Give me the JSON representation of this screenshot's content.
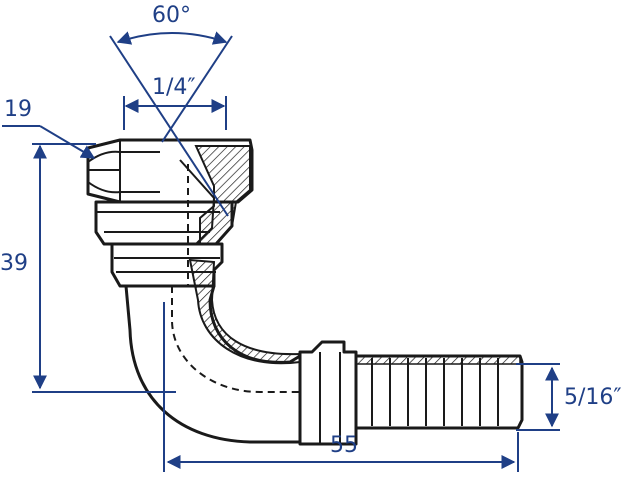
{
  "dimensions": {
    "angle": "60°",
    "thread": "1/4″",
    "hex_size": "19",
    "height": "39",
    "length": "55",
    "hose_size": "5/16″"
  },
  "colors": {
    "dimension": "#1f3f86",
    "part_outline": "#1a1a1a",
    "background": "#ffffff"
  }
}
